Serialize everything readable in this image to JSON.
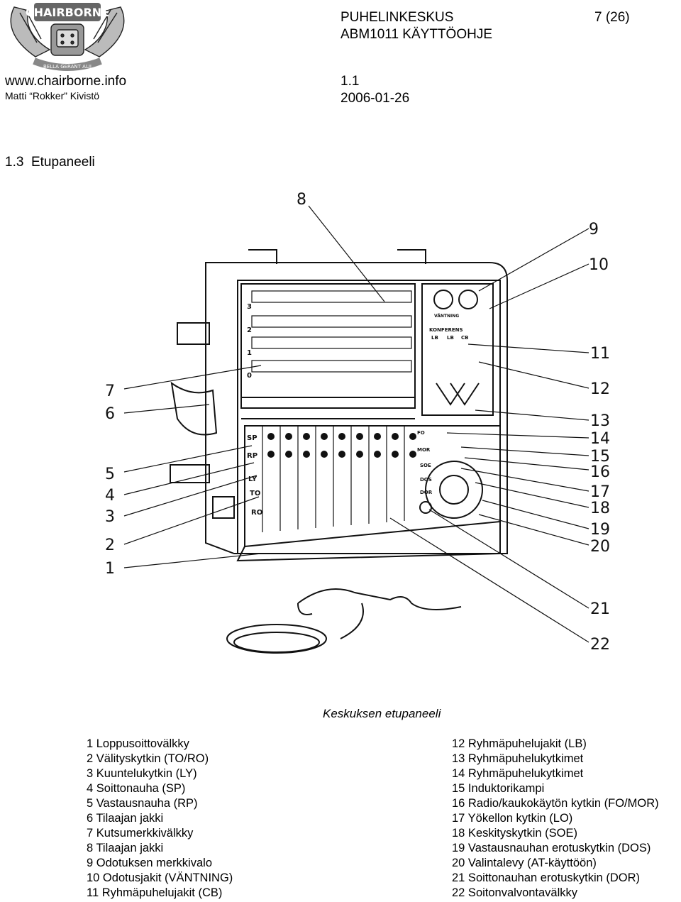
{
  "header": {
    "logo_text": "CHAIRBORNE",
    "logo_subtext": "BELLA GERANT ALII",
    "website": "www.chairborne.info",
    "author": "Matti “Rokker” Kivistö",
    "doc_title": "PUHELINKESKUS",
    "doc_subtitle": "ABM1011 KÄYTTÖOHJE",
    "version": "1.1",
    "date": "2006-01-26",
    "page": "7 (26)"
  },
  "section": {
    "number": "1.3",
    "title": "Etupaneeli"
  },
  "figure": {
    "caption": "Keskuksen etupaneeli",
    "callouts": [
      "1",
      "2",
      "3",
      "4",
      "5",
      "6",
      "7",
      "8",
      "9",
      "10",
      "11",
      "12",
      "13",
      "14",
      "15",
      "16",
      "17",
      "18",
      "19",
      "20",
      "21",
      "22"
    ],
    "panel_labels": {
      "rows": [
        "3",
        "2",
        "1",
        "0"
      ],
      "left": [
        "SP",
        "RP",
        "LY",
        "TO",
        "RO"
      ],
      "konferens": "KONFERENS",
      "lb_lb_cb": [
        "LB",
        "LB",
        "CB"
      ],
      "ventning": "VÄNTNING",
      "switches": [
        "FO",
        "MOR",
        "SOE",
        "DOS",
        "DOR"
      ]
    }
  },
  "legend": {
    "left": [
      "1 Loppusoittovälkky",
      "2 Välityskytkin (TO/RO)",
      "3 Kuuntelukytkin (LY)",
      "4 Soittonauha (SP)",
      "5 Vastausnauha (RP)",
      "6 Tilaajan jakki",
      "7 Kutsumerkkivälkky",
      "8 Tilaajan jakki",
      "9 Odotuksen merkkivalo",
      "10 Odotusjakit (VÄNTNING)",
      "11 Ryhmäpuhelujakit (CB)"
    ],
    "right": [
      "12 Ryhmäpuhelujakit (LB)",
      "13 Ryhmäpuhelukytkimet",
      "14 Ryhmäpuhelukytkimet",
      "15 Induktorikampi",
      "16 Radio/kaukokäytön kytkin (FO/MOR)",
      "17 Yökellon kytkin (LO)",
      "18 Keskityskytkin (SOE)",
      "19 Vastausnauhan erotuskytkin (DOS)",
      "20 Valintalevy (AT-käyttöön)",
      "21 Soittonauhan erotuskytkin (DOR)",
      "22 Soitonvalvontavälkky"
    ]
  }
}
